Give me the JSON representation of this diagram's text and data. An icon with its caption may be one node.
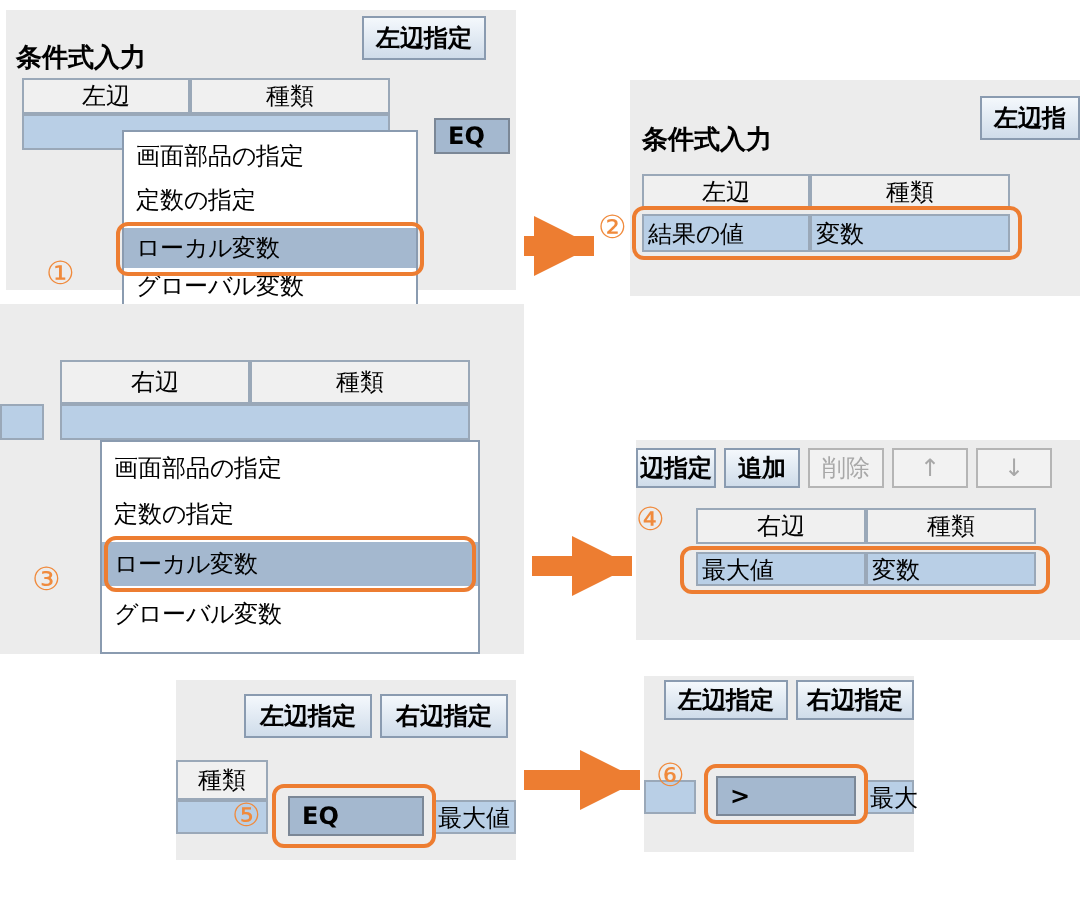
{
  "diagram": {
    "nodes": [
      {
        "text": [
          "条件式入力",
          "左辺指定",
          "左辺",
          "種類",
          "EQ",
          "画面部品の指定",
          "定数の指定",
          "ローカル変数",
          "①",
          "グローバル変数"
        ]
      },
      {
        "text": [
          "条件式入力",
          "左辺指",
          "②",
          "左辺",
          "種類",
          "結果の値",
          "変数"
        ]
      },
      {
        "text": [
          "右辺",
          "種類",
          "画面部品の指定",
          "定数の指定",
          "ローカル変数",
          "③",
          "グローバル変数"
        ]
      },
      {
        "text": [
          "辺指定",
          "追加",
          "削除",
          "↑",
          "↓",
          "④",
          "右辺",
          "種類",
          "最大値",
          "変数"
        ]
      },
      {
        "text": [
          "左辺指定",
          "右辺指定",
          "種類",
          "⑤",
          "EQ",
          "最大値"
        ]
      },
      {
        "text": [
          "左辺指定",
          "右辺指定",
          "⑥",
          ">",
          "最大"
        ]
      }
    ],
    "edges": [
      {
        "from": 0,
        "to": 1,
        "arrow": "to"
      },
      {
        "from": 2,
        "to": 3,
        "arrow": "to"
      },
      {
        "from": 4,
        "to": 5,
        "arrow": "to"
      }
    ]
  }
}
